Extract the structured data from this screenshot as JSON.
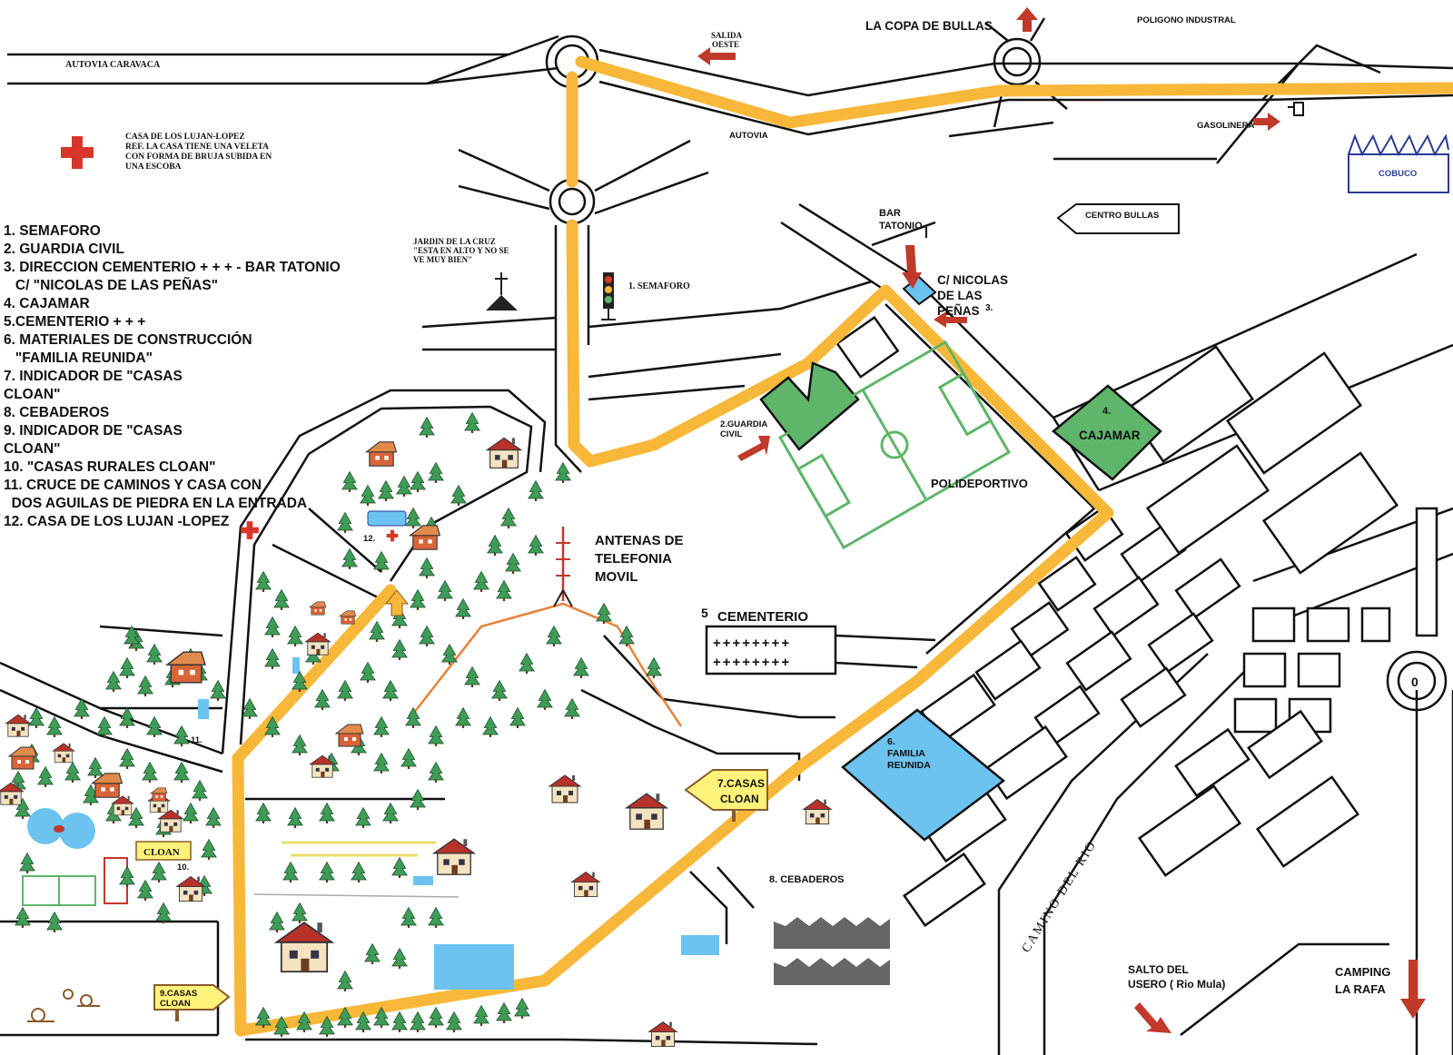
{
  "labels": {
    "autovia_caravaca": "AUTOVIA   CARAVACA",
    "salida_oeste_1": "SALIDA",
    "salida_oeste_2": "OESTE",
    "la_copa": "LA COPA DE BULLAS",
    "poligono": "POLIGONO INDUSTRAL",
    "autovia": "AUTOVIA",
    "gasolinera": "GASOLINERA",
    "cobuco": "COBUCO",
    "centro_bullas": "CENTRO BULLAS",
    "bar_tatonio_1": "BAR",
    "bar_tatonio_2": "TATONIO",
    "nicolas_1": "C/ NICOLAS",
    "nicolas_2": "DE LAS",
    "nicolas_3": "PEÑAS",
    "nicolas_num": "3.",
    "semaforo": "1. SEMAFORO",
    "jardin_1": "JARDIN DE LA CRUZ",
    "jardin_2": "\"ESTA EN ALTO Y NO SE",
    "jardin_3": "VE MUY BIEN\"",
    "guardia_1": "2.GUARDIA",
    "guardia_2": "CIVIL",
    "cajamar_num": "4.",
    "cajamar": "CAJAMAR",
    "polideportivo": "POLIDEPORTIVO",
    "antenas_1": "ANTENAS DE",
    "antenas_2": "TELEFONIA",
    "antenas_3": "MOVIL",
    "cementerio_num": "5",
    "cementerio": "CEMENTERIO",
    "crosses": "++++++++",
    "familia_num": "6.",
    "familia_1": "FAMILIA",
    "familia_2": "REUNIDA",
    "casas7_1": "7.CASAS",
    "casas7_2": "CLOAN",
    "cebaderos": "8. CEBADEROS",
    "casas9_1": "9.CASAS",
    "casas9_2": "CLOAN",
    "cloan_sign": "CLOAN",
    "num10": "10.",
    "num11": "11.",
    "num12": "12.",
    "camino": "CAMINO DEL RIO",
    "salto_1": "SALTO DEL",
    "salto_2": "USERO ( Rio Mula)",
    "camping_1": "CAMPING",
    "camping_2": "LA RAFA",
    "roundabout_o": "0",
    "ref_1": "CASA DE LOS LUJAN-LOPEZ",
    "ref_2": "REF.  LA  CASA TIENE UNA VELETA",
    "ref_3": "CON FORMA DE BRUJA SUBIDA EN",
    "ref_4": "UNA ESCOBA"
  },
  "legend": [
    "1. SEMAFORO",
    "2. GUARDIA CIVIL",
    "3. DIRECCION CEMENTERIO + + +  - BAR  TATONIO",
    "   C/ \"NICOLAS DE LAS PEÑAS\"",
    "4. CAJAMAR",
    "5.CEMENTERIO + + +",
    "6. MATERIALES DE CONSTRUCCIÓN",
    "   \"FAMILIA REUNIDA\"",
    "7. INDICADOR  DE \"CASAS",
    "CLOAN\"",
    "8. CEBADEROS",
    "9. INDICADOR  DE \"CASAS",
    "CLOAN\"",
    "10. \"CASAS RURALES CLOAN\"",
    "11. CRUCE DE CAMINOS Y CASA CON",
    "  DOS AGUILAS DE PIEDRA EN LA ENTRADA",
    "12. CASA DE LOS LUJAN -LOPEZ"
  ],
  "colors": {
    "route": "#f7b83a",
    "green_area": "#5fb56a",
    "blue_area": "#6cc3f0",
    "arrow": "#c0392b",
    "cross": "#d9362b",
    "cobuco": "#2c3b94"
  }
}
